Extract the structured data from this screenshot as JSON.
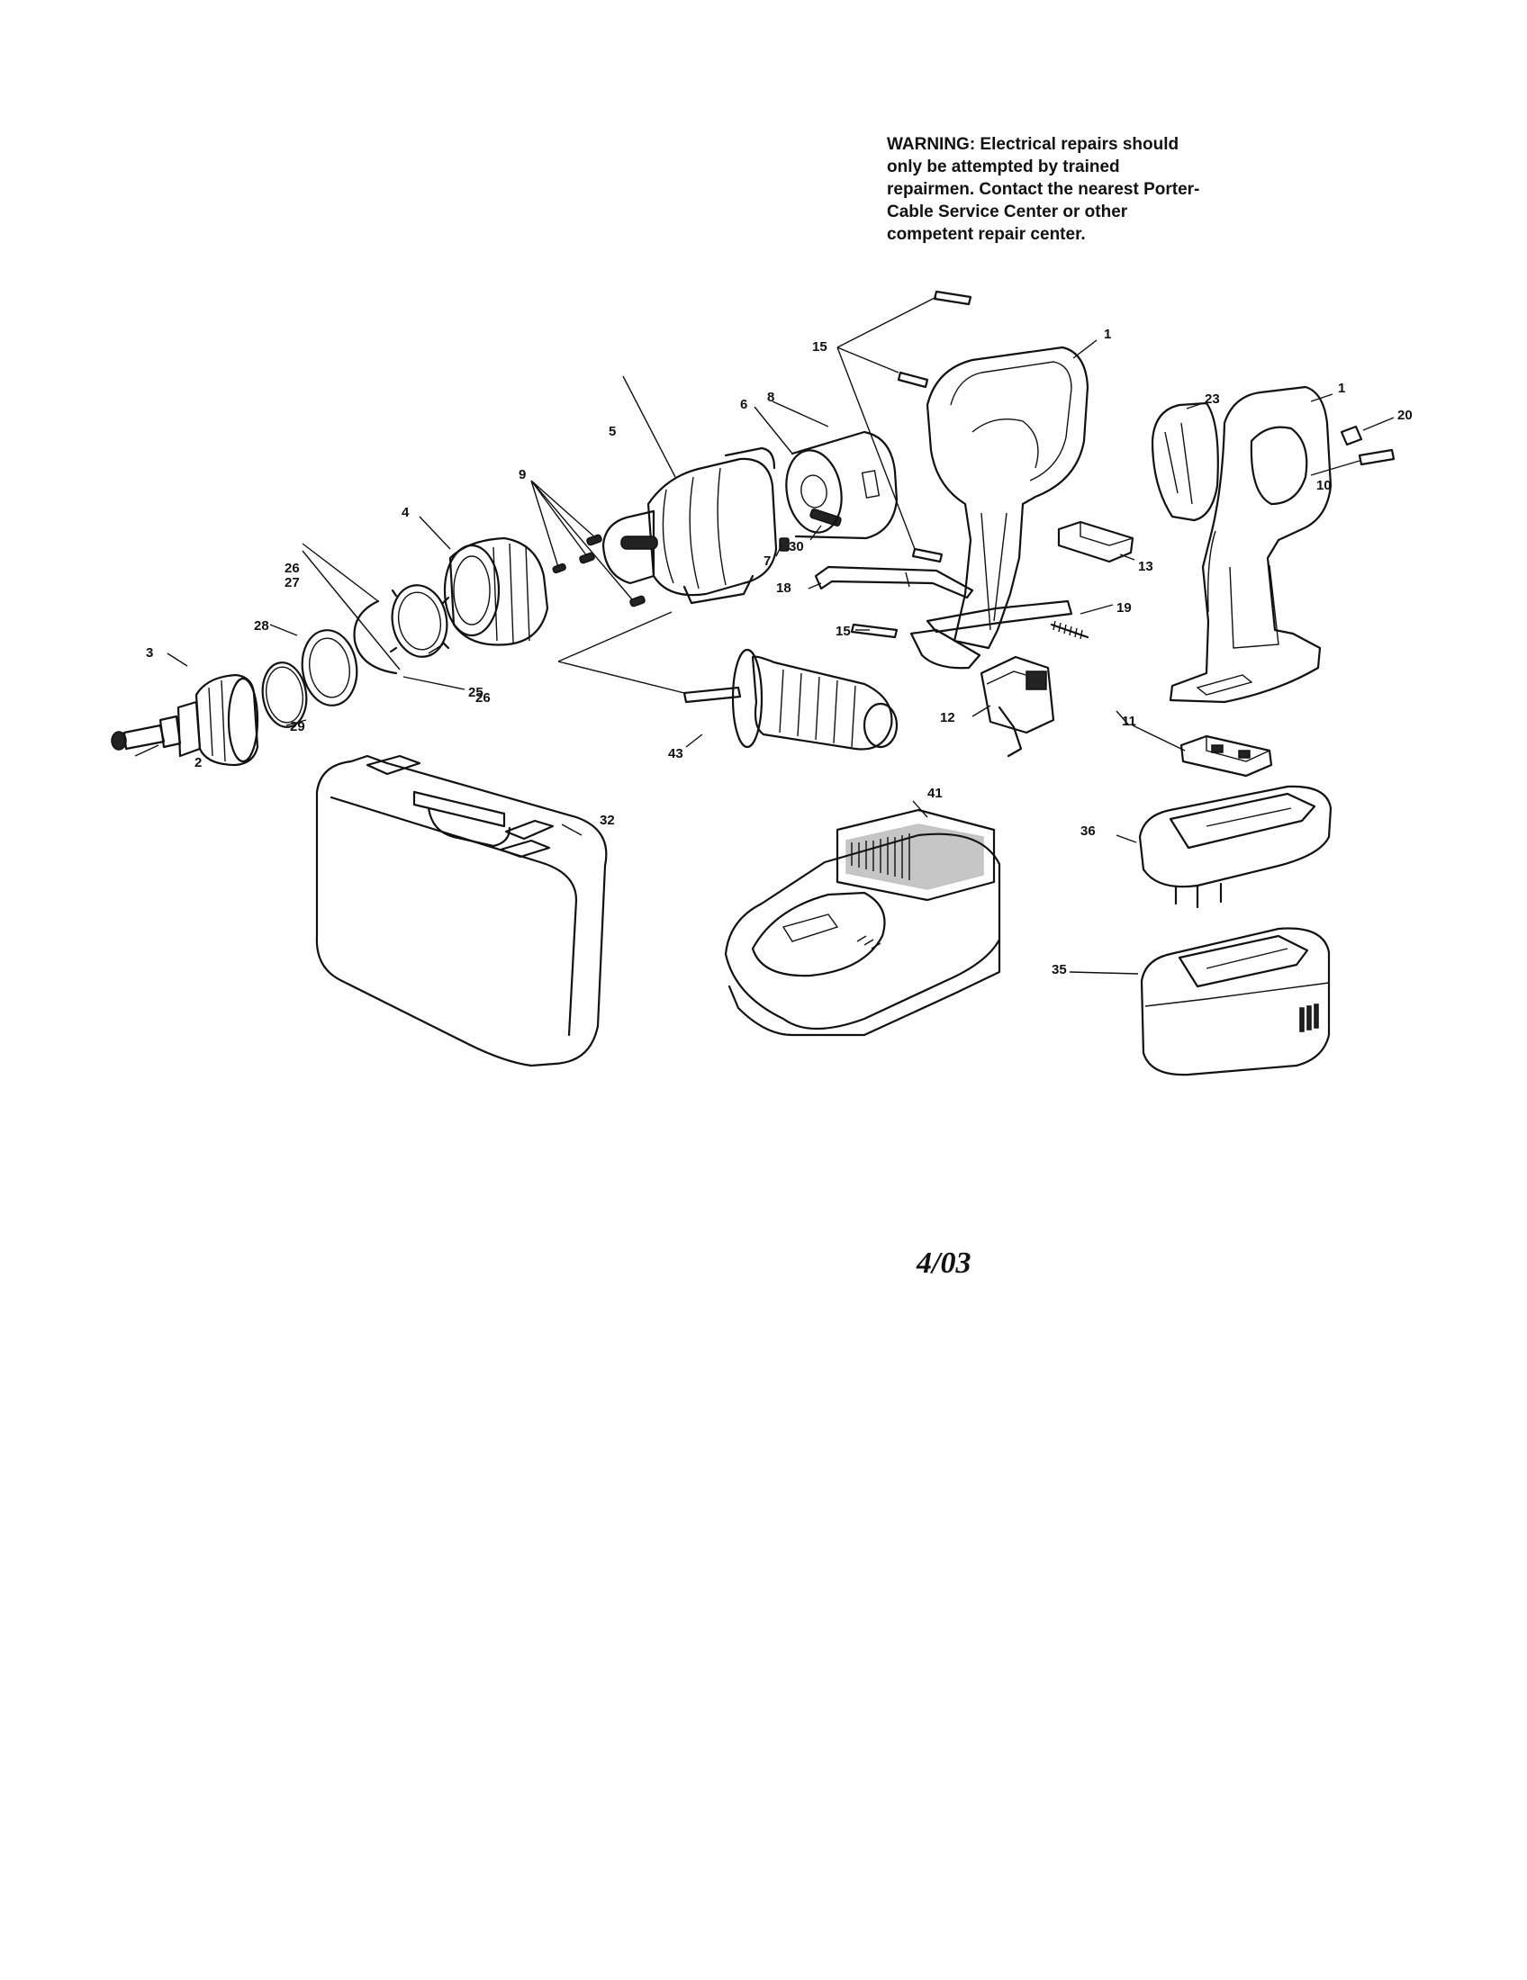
{
  "warning": {
    "lines": [
      "WARNING: Electrical repairs should",
      "only be attempted by trained",
      "repairmen. Contact the nearest Porter-",
      "Cable Service Center or other",
      "competent repair center."
    ]
  },
  "callouts": [
    "1",
    "1",
    "2",
    "3",
    "4",
    "5",
    "6",
    "7",
    "8",
    "9",
    "10",
    "11",
    "12",
    "13",
    "15",
    "15",
    "18",
    "19",
    "20",
    "23",
    "25",
    "26",
    "26",
    "27",
    "28",
    "29",
    "30",
    "32",
    "35",
    "36",
    "41",
    "43"
  ],
  "date_stamp": "4/03"
}
